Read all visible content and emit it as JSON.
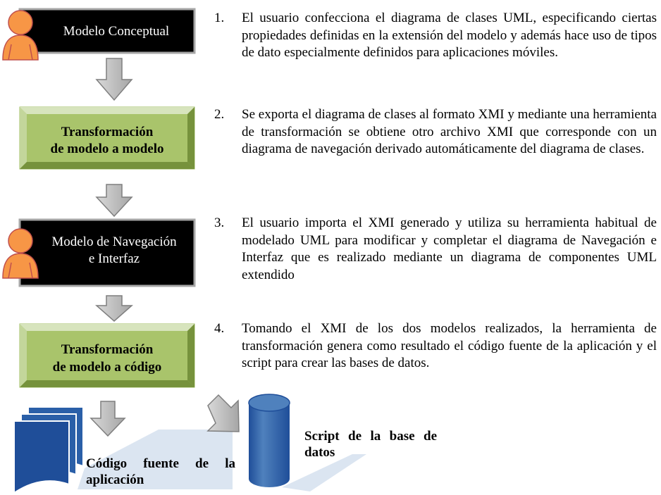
{
  "diagram": {
    "boxes": [
      {
        "id": "modelo-conceptual",
        "label": [
          "Modelo Conceptual"
        ],
        "style": "black",
        "bold": false,
        "has_user": true
      },
      {
        "id": "transformacion-m2m",
        "label": [
          "Transformación",
          "de modelo a modelo"
        ],
        "style": "green",
        "bold": true,
        "has_user": false
      },
      {
        "id": "modelo-navegacion",
        "label": [
          "Modelo de Navegación",
          "e Interfaz"
        ],
        "style": "black",
        "bold": false,
        "has_user": true
      },
      {
        "id": "transformacion-m2c",
        "label": [
          "Transformación",
          "de modelo a código"
        ],
        "style": "green",
        "bold": true,
        "has_user": false
      }
    ],
    "steps": [
      {
        "number": "1.",
        "text": "El usuario confecciona el diagrama de clases UML, especificando ciertas propiedades definidas en la extensión del modelo y además hace uso de tipos de dato especialmente definidos para aplicaciones móviles."
      },
      {
        "number": "2.",
        "text": "Se exporta el diagrama de clases al formato XMI y mediante una herramienta de transformación se obtiene otro archivo XMI que corresponde con un diagrama de navegación derivado automáticamente del diagrama de clases."
      },
      {
        "number": "3.",
        "text": "El usuario importa el XMI generado y utiliza su herramienta habitual de modelado UML para modificar y completar el diagrama de Navegación e Interfaz que es realizado mediante un diagrama de componentes UML extendido"
      },
      {
        "number": "4.",
        "text": "Tomando el XMI de los dos modelos realizados, la herramienta de transformación genera como resultado el código fuente de la aplicación y el script para crear las bases de datos."
      }
    ],
    "outputs": {
      "source_code_label": "Código fuente de la aplicación",
      "db_script_label": "Script de la base de datos"
    },
    "colors": {
      "black_box": "#000000",
      "box_border": "#a6a6a6",
      "green_box": "#9bbb59",
      "green_box_light": "#c3d69b",
      "arrow_fill": "#bfbfbf",
      "arrow_stroke": "#7f7f7f",
      "user_icon": "#f79646",
      "user_icon_stroke": "#c0504d",
      "document_blue": "#1f4e99",
      "cylinder_blue": "#2a5fa8",
      "shadow_blue": "#dbe5f1"
    }
  }
}
